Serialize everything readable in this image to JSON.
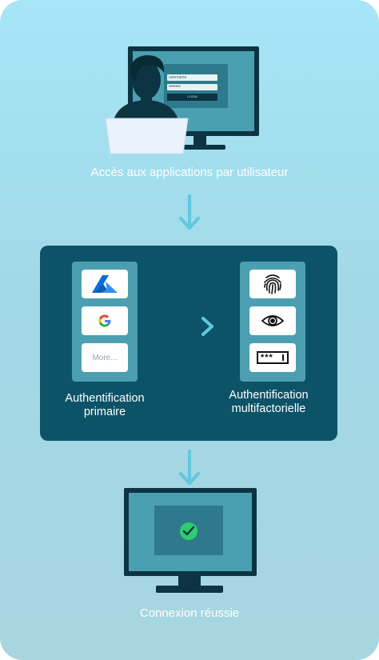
{
  "steps": {
    "user_access": "Accès aux applications par utilisateur",
    "success": "Connexion réussie"
  },
  "login_form": {
    "username_placeholder": "username",
    "password_mask": "•••••••",
    "login_button": "LOGIN"
  },
  "primary": {
    "label": "Authentification\nprimaire",
    "providers": [
      {
        "icon": "azure-icon"
      },
      {
        "icon": "google-icon"
      },
      {
        "label": "More..."
      }
    ]
  },
  "mfa": {
    "label": "Authentification\nmultifactorielle",
    "factors": [
      {
        "icon": "fingerprint-icon"
      },
      {
        "icon": "eye-icon"
      },
      {
        "icon": "password-field-icon",
        "text": "***"
      }
    ]
  },
  "colors": {
    "background_top": "#a6e6f7",
    "panel": "#0d5368",
    "column": "#4b9fb1",
    "monitor_frame": "#0c3442",
    "monitor_screen": "#4a9fb0",
    "arrow": "#62c6df",
    "success_check": "#2ecc71"
  }
}
